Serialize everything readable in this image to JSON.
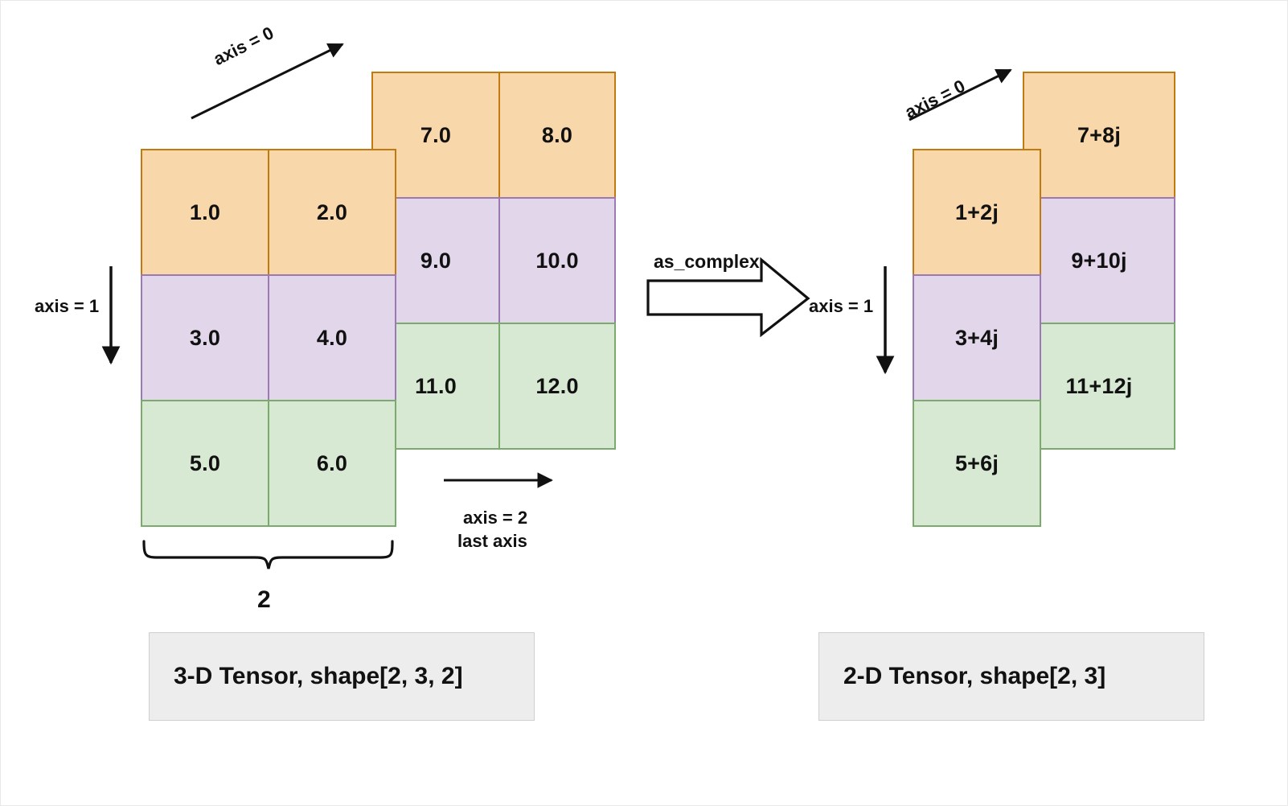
{
  "diagram": {
    "title_left": "3-D Tensor, shape[2, 3, 2]",
    "title_right": "2-D Tensor, shape[2, 3]",
    "operation_label": "as_complex",
    "axis_labels": {
      "left_axis0": "axis = 0",
      "left_axis1": "axis = 1",
      "left_axis2_line1": "axis = 2",
      "left_axis2_line2": "last axis",
      "right_axis0": "axis = 0",
      "right_axis1": "axis = 1"
    },
    "brace_label": "2",
    "colors": {
      "orange_fill": "#f8d7aa",
      "orange_stroke": "#c07a10",
      "purple_fill": "#e2d6ea",
      "purple_stroke": "#9b79b3",
      "green_fill": "#d7e9d3",
      "green_stroke": "#7aab6c",
      "caption_fill": "#ededed",
      "caption_stroke": "#cfcfcf",
      "ink": "#111111"
    }
  },
  "left_tensor": {
    "shape": [
      2,
      3,
      2
    ],
    "front_slab": {
      "rows": [
        {
          "color": "orange",
          "values": [
            "1.0",
            "2.0"
          ]
        },
        {
          "color": "purple",
          "values": [
            "3.0",
            "4.0"
          ]
        },
        {
          "color": "green",
          "values": [
            "5.0",
            "6.0"
          ]
        }
      ]
    },
    "back_slab": {
      "rows": [
        {
          "color": "orange",
          "values": [
            "7.0",
            "8.0"
          ]
        },
        {
          "color": "purple",
          "values": [
            "9.0",
            "10.0"
          ]
        },
        {
          "color": "green",
          "values": [
            "11.0",
            "12.0"
          ]
        }
      ]
    }
  },
  "right_tensor": {
    "shape": [
      2,
      3
    ],
    "front_column": {
      "rows": [
        {
          "color": "orange",
          "value": "1+2j"
        },
        {
          "color": "purple",
          "value": "3+4j"
        },
        {
          "color": "green",
          "value": "5+6j"
        }
      ]
    },
    "back_column": {
      "rows": [
        {
          "color": "orange",
          "value": "7+8j"
        },
        {
          "color": "purple",
          "value": "9+10j"
        },
        {
          "color": "green",
          "value": "11+12j"
        }
      ]
    }
  }
}
